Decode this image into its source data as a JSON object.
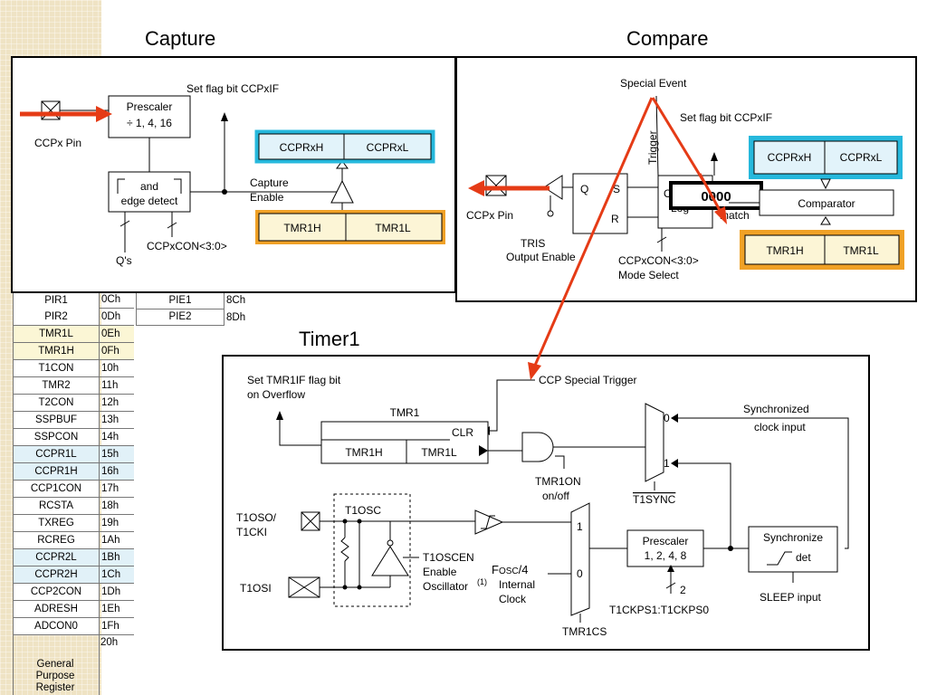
{
  "headings": {
    "capture": "Capture",
    "compare": "Compare",
    "timer1": "Timer1"
  },
  "capture": {
    "prescaler": "Prescaler",
    "prescaler_vals": "÷ 1, 4, 16",
    "pin": "CCPx Pin",
    "set_flag": "Set flag bit CCPxIF",
    "and": "and",
    "edge_detect": "edge detect",
    "capture_enable_1": "Capture",
    "capture_enable_2": "Enable",
    "ccprxh": "CCPRxH",
    "ccprxl": "CCPRxL",
    "tmr1h": "TMR1H",
    "tmr1l": "TMR1L",
    "qs": "Q's",
    "ccpxcon": "CCPxCON<3:0>"
  },
  "compare": {
    "special_event": "Special Event",
    "set_flag": "Set flag bit CCPxIF",
    "trigger": "Trigger",
    "ccprxh": "CCPRxH",
    "ccprxl": "CCPRxL",
    "q": "Q",
    "s": "S",
    "r": "R",
    "output_logic_1": "Outp",
    "output_logic_2": "Log",
    "counter": "0000",
    "match": "match",
    "comparator": "Comparator",
    "pin": "CCPx Pin",
    "tris_1": "TRIS",
    "tris_2": "Output Enable",
    "mode_1": "CCPxCON<3:0>",
    "mode_2": "Mode Select",
    "tmr1h": "TMR1H",
    "tmr1l": "TMR1L"
  },
  "timer1": {
    "set_flag_1": "Set TMR1IF flag bit",
    "set_flag_2": "on Overflow",
    "ccp_trigger": "CCP Special Trigger",
    "tmr1": "TMR1",
    "clr": "CLR",
    "tmr1h": "TMR1H",
    "tmr1l": "TMR1L",
    "tmr1on_1": "TMR1ON",
    "tmr1on_2": "on/off",
    "sync_clock_1": "Synchronized",
    "sync_clock_2": "clock input",
    "mux_0": "0",
    "mux_1": "1",
    "t1sync": "T1SYNC",
    "t1oso_1": "T1OSO/",
    "t1oso_2": "T1CKI",
    "t1osc": "T1OSC",
    "t1osi": "T1OSI",
    "t1oscen_1": "T1OSCEN",
    "t1oscen_2": "Enable",
    "t1oscen_3": "Oscillator",
    "t1oscen_sup": "(1)",
    "fosc_1": "F",
    "fosc_sub": "OSC",
    "fosc_2": "/4",
    "internal": "Internal",
    "clock": "Clock",
    "prescaler": "Prescaler",
    "prescaler_vals": "1, 2, 4, 8",
    "synchronize": "Synchronize",
    "det": "det",
    "sleep": "SLEEP input",
    "ckps_n": "2",
    "t1ckps": "T1CKPS1:T1CKPS0",
    "tmr1cs": "TMR1CS"
  },
  "registers": {
    "pie": [
      {
        "name": "PIE1",
        "addr": "8Ch"
      },
      {
        "name": "PIE2",
        "addr": "8Dh"
      }
    ],
    "rows": [
      {
        "name": "PIR1",
        "addr": "0Ch",
        "hl": ""
      },
      {
        "name": "PIR2",
        "addr": "0Dh",
        "hl": ""
      },
      {
        "name": "TMR1L",
        "addr": "0Eh",
        "hl": "tmr"
      },
      {
        "name": "TMR1H",
        "addr": "0Fh",
        "hl": "tmr"
      },
      {
        "name": "T1CON",
        "addr": "10h",
        "hl": ""
      },
      {
        "name": "TMR2",
        "addr": "11h",
        "hl": ""
      },
      {
        "name": "T2CON",
        "addr": "12h",
        "hl": ""
      },
      {
        "name": "SSPBUF",
        "addr": "13h",
        "hl": ""
      },
      {
        "name": "SSPCON",
        "addr": "14h",
        "hl": ""
      },
      {
        "name": "CCPR1L",
        "addr": "15h",
        "hl": "ccp"
      },
      {
        "name": "CCPR1H",
        "addr": "16h",
        "hl": "ccp"
      },
      {
        "name": "CCP1CON",
        "addr": "17h",
        "hl": ""
      },
      {
        "name": "RCSTA",
        "addr": "18h",
        "hl": ""
      },
      {
        "name": "TXREG",
        "addr": "19h",
        "hl": ""
      },
      {
        "name": "RCREG",
        "addr": "1Ah",
        "hl": ""
      },
      {
        "name": "CCPR2L",
        "addr": "1Bh",
        "hl": "ccp"
      },
      {
        "name": "CCPR2H",
        "addr": "1Ch",
        "hl": "ccp"
      },
      {
        "name": "CCP2CON",
        "addr": "1Dh",
        "hl": ""
      },
      {
        "name": "ADRESH",
        "addr": "1Eh",
        "hl": ""
      },
      {
        "name": "ADCON0",
        "addr": "1Fh",
        "hl": ""
      }
    ],
    "last_addr": "20h",
    "gpr_1": "General",
    "gpr_2": "Purpose",
    "gpr_3": "Register"
  },
  "colors": {
    "arrow": "#e53b16",
    "cyan": "#26b8dc",
    "orange": "#f0a126",
    "cyan_fill": "#e2f3fa",
    "orange_fill": "#fcf5d6"
  }
}
